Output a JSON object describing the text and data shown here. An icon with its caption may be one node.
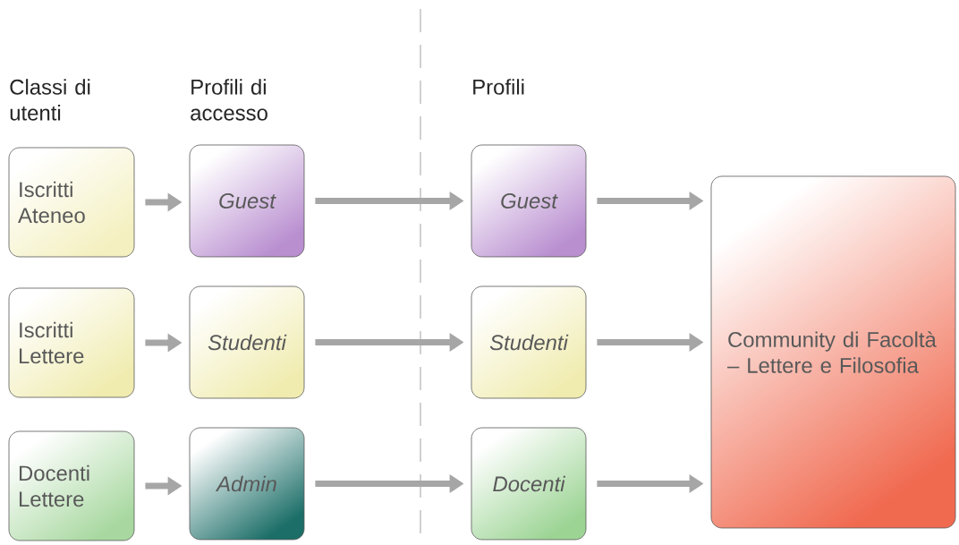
{
  "diagram": {
    "nodes": [
      {
        "text": [
          "Iscritti Ateneo"
        ]
      },
      {
        "text": [
          "Guest"
        ]
      },
      {
        "text": [
          "Guest"
        ]
      },
      {
        "text": [
          "Iscritti Lettere"
        ]
      },
      {
        "text": [
          "Studenti"
        ]
      },
      {
        "text": [
          "Studenti"
        ]
      },
      {
        "text": [
          "Docenti Lettere"
        ]
      },
      {
        "text": [
          "Admin"
        ]
      },
      {
        "text": [
          "Docenti"
        ]
      },
      {
        "text": [
          "Community di Facoltà – Lettere e Filosofia"
        ]
      }
    ],
    "edges": [
      {
        "from": 0,
        "to": 1,
        "arrow": "to"
      },
      {
        "from": 1,
        "to": 2,
        "arrow": "to"
      },
      {
        "from": 2,
        "to": 9,
        "arrow": "to"
      },
      {
        "from": 3,
        "to": 4,
        "arrow": "to"
      },
      {
        "from": 4,
        "to": 5,
        "arrow": "to"
      },
      {
        "from": 5,
        "to": 9,
        "arrow": "to"
      },
      {
        "from": 6,
        "to": 7,
        "arrow": "to"
      },
      {
        "from": 7,
        "to": 8,
        "arrow": "to"
      },
      {
        "from": 8,
        "to": 9,
        "arrow": "to"
      }
    ],
    "labels": [
      "Classi di utenti",
      "Profili di accesso",
      "Profili"
    ]
  }
}
